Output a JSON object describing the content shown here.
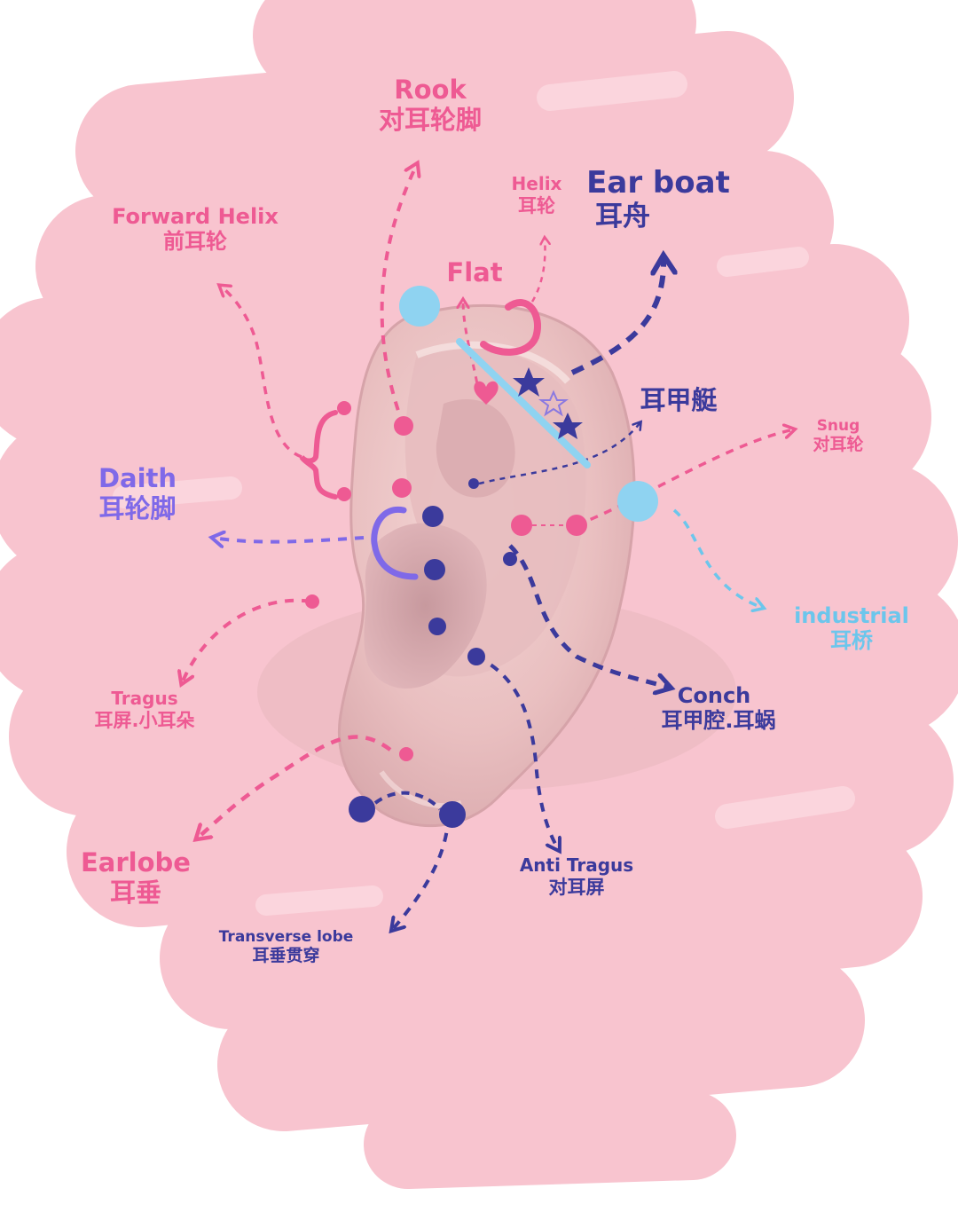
{
  "colors": {
    "pink": "#ee5a93",
    "navy": "#3b3a9c",
    "violet": "#7f69e8",
    "sky": "#6cc6ec",
    "background_pink": "#f8c6d0"
  },
  "labels": {
    "rook": {
      "en": "Rook",
      "zh": "对耳轮脚"
    },
    "helix": {
      "en": "Helix",
      "zh": "耳轮"
    },
    "ear_boat": {
      "en": "Ear boat",
      "zh": "耳舟"
    },
    "forward_helix": {
      "en": "Forward Helix",
      "zh": "前耳轮"
    },
    "flat": {
      "en": "Flat"
    },
    "scapha": {
      "zh": "耳甲艇"
    },
    "snug": {
      "en": "Snug",
      "zh": "对耳轮"
    },
    "daith": {
      "en": "Daith",
      "zh": "耳轮脚"
    },
    "industrial": {
      "en": "industrial",
      "zh": "耳桥"
    },
    "tragus": {
      "en": "Tragus",
      "zh": "耳屏.小耳朵"
    },
    "conch": {
      "en": "Conch",
      "zh": "耳甲腔.耳蜗"
    },
    "earlobe": {
      "en": "Earlobe",
      "zh": "耳垂"
    },
    "anti_tragus": {
      "en": "Anti Tragus",
      "zh": "对耳屏"
    },
    "transverse_lobe": {
      "en": "Transverse lobe",
      "zh": "耳垂贯穿"
    }
  }
}
